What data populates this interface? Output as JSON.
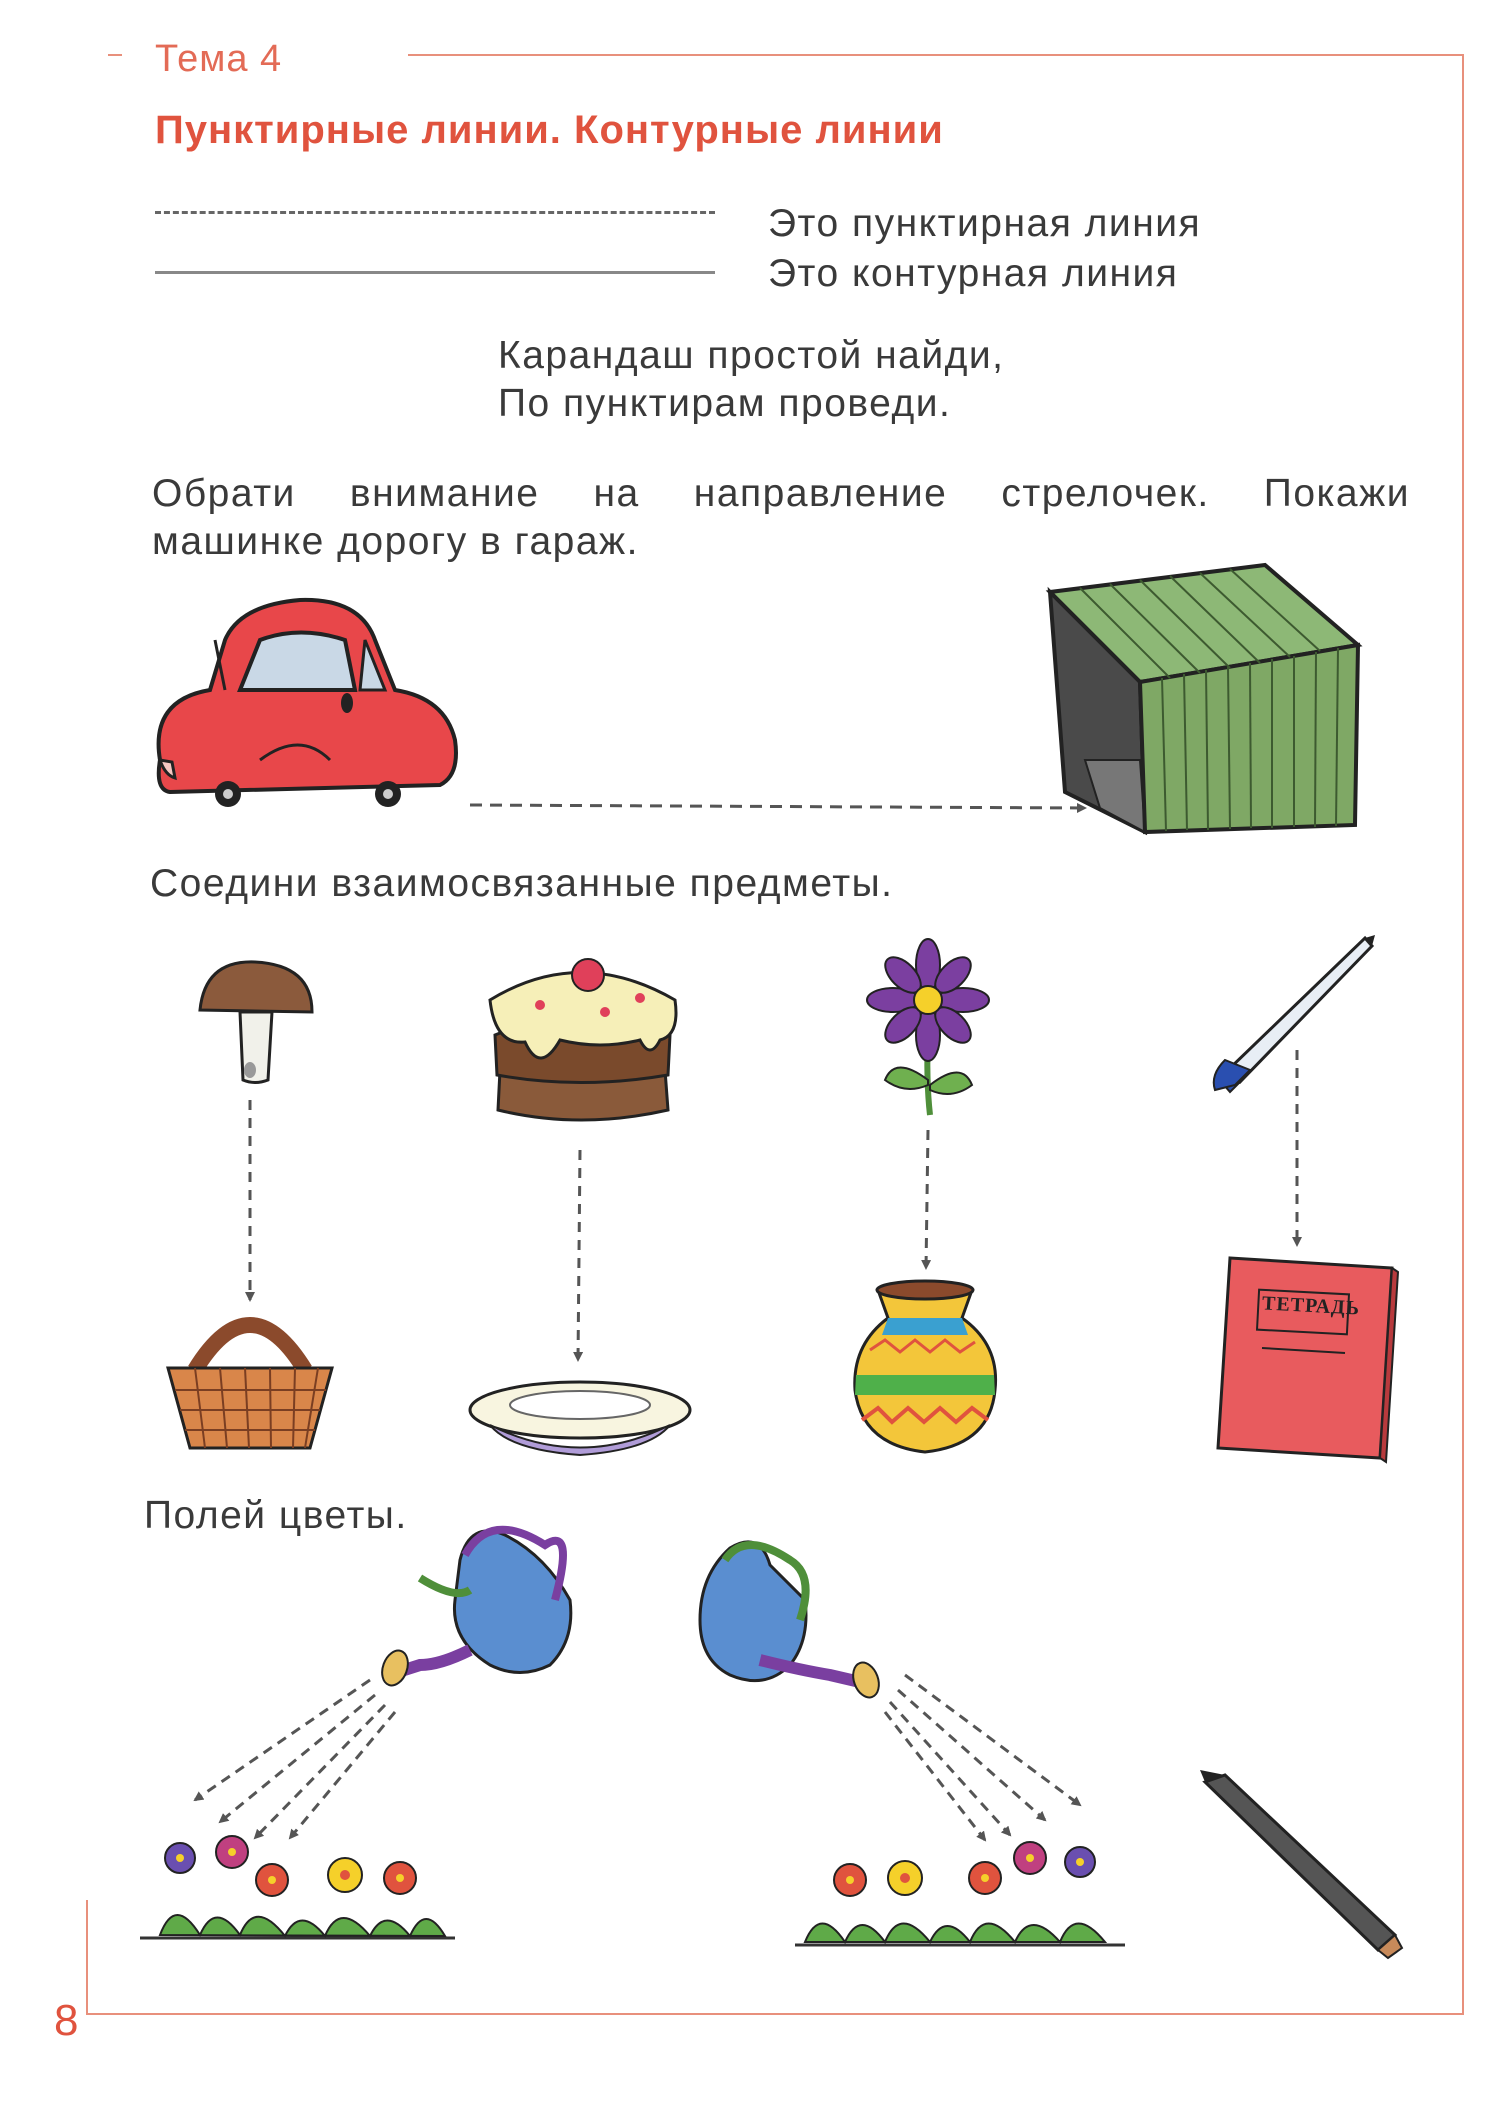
{
  "header": {
    "topic": "Тема 4",
    "title": "Пунктирные линии. Контурные линии"
  },
  "legend": {
    "dotted_caption": "Это пунктирная линия",
    "solid_caption": "Это контурная линия"
  },
  "poem": {
    "line1": "Карандаш простой найди,",
    "line2": "По пунктирам проведи."
  },
  "task1": {
    "line1": "Обрати внимание на направление стрелочек. Покажи",
    "line2": "машинке дорогу в гараж."
  },
  "task2": {
    "text": "Соедини взаимосвязанные предметы."
  },
  "task3": {
    "text": "Полей цветы."
  },
  "notebook": {
    "label": "ТЕТРАДЬ"
  },
  "colors": {
    "accent": "#e0533e",
    "frame": "#e8907c",
    "car": "#e8474a",
    "garage": "#7fa865"
  },
  "footer": {
    "page_number": "8"
  }
}
